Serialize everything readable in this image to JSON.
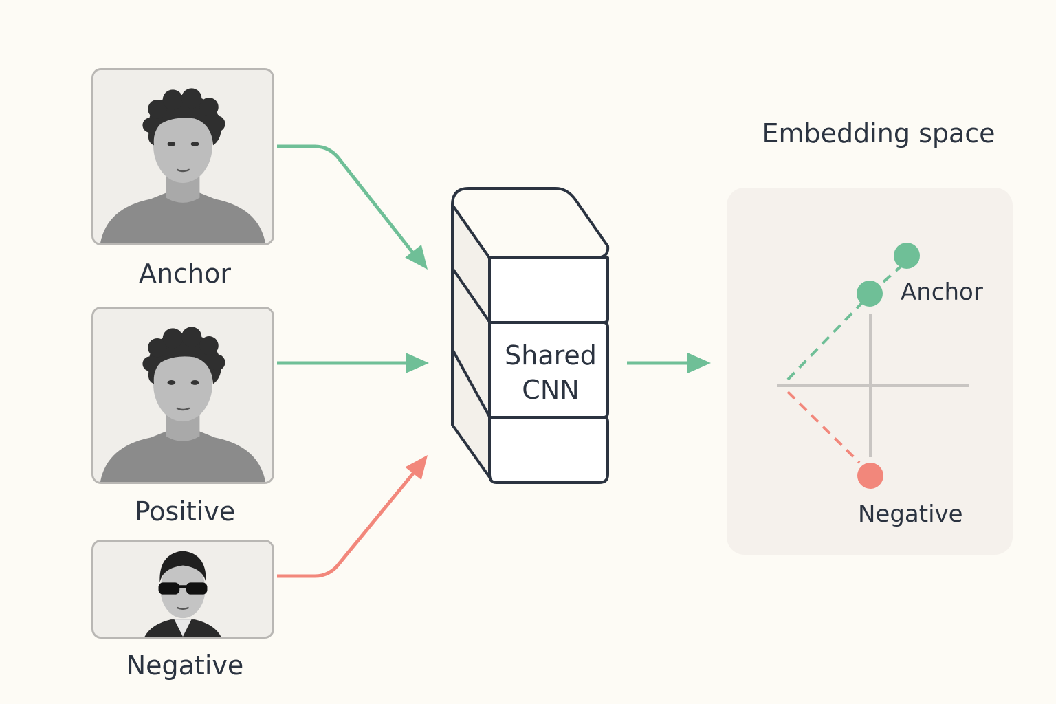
{
  "inputs": {
    "anchor_label": "Anchor",
    "positive_label": "Positive",
    "negative_label": "Negative"
  },
  "network": {
    "line1": "Shared",
    "line2": "CNN"
  },
  "embedding": {
    "title": "Embedding space",
    "anchor_label": "Anchor",
    "negative_label": "Negative"
  },
  "colors": {
    "positive_green": "#6fbf97",
    "negative_red": "#f2877b",
    "outline": "#2b3340",
    "axis": "#c8c5c2"
  },
  "icons": {
    "anchor_photo": "person-curly-hair-photo",
    "positive_photo": "person-curly-hair-photo",
    "negative_photo": "person-sunglasses-photo"
  }
}
